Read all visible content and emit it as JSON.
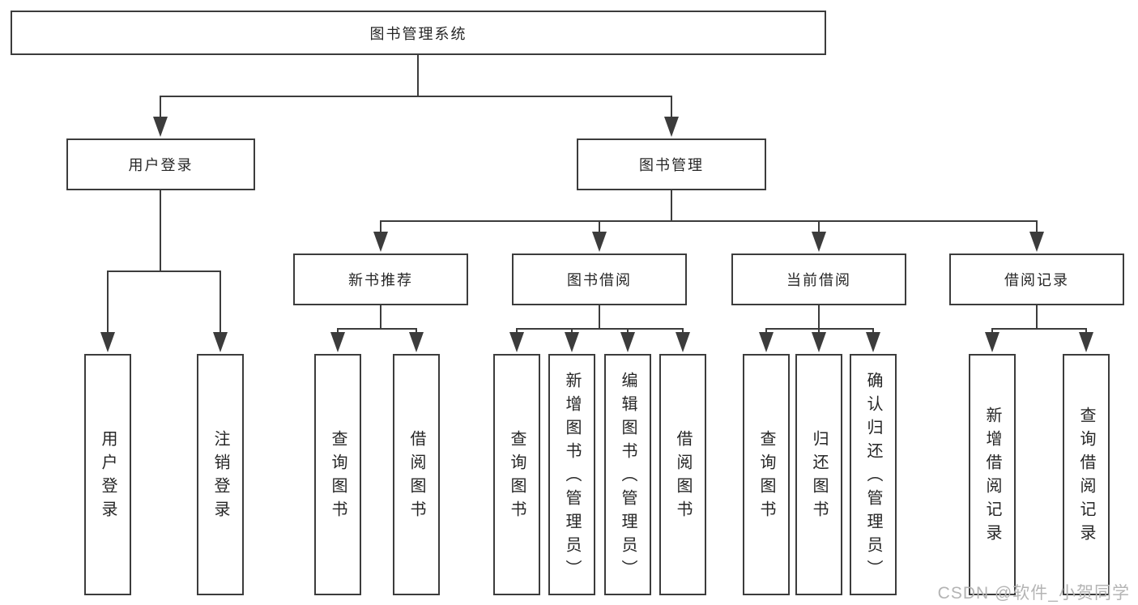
{
  "colors": {
    "line": "#3c3c3c",
    "text": "#262626",
    "background": "#ffffff",
    "watermark": "#b4b4b4"
  },
  "diagram": {
    "root": {
      "label": "图书管理系统"
    },
    "level2": [
      {
        "label": "用户登录"
      },
      {
        "label": "图书管理"
      }
    ],
    "level3": [
      {
        "label": "新书推荐"
      },
      {
        "label": "图书借阅"
      },
      {
        "label": "当前借阅"
      },
      {
        "label": "借阅记录"
      }
    ],
    "leaves": [
      {
        "label": "用户登录"
      },
      {
        "label": "注销登录"
      },
      {
        "label": "查询图书"
      },
      {
        "label": "借阅图书"
      },
      {
        "label": "查询图书"
      },
      {
        "label": "新增图书（管理员）"
      },
      {
        "label": "编辑图书（管理员）"
      },
      {
        "label": "借阅图书"
      },
      {
        "label": "查询图书"
      },
      {
        "label": "归还图书"
      },
      {
        "label": "确认归还（管理员）"
      },
      {
        "label": "新增借阅记录"
      },
      {
        "label": "查询借阅记录"
      }
    ]
  },
  "watermark": {
    "text": "CSDN @软件_小贺同学"
  }
}
